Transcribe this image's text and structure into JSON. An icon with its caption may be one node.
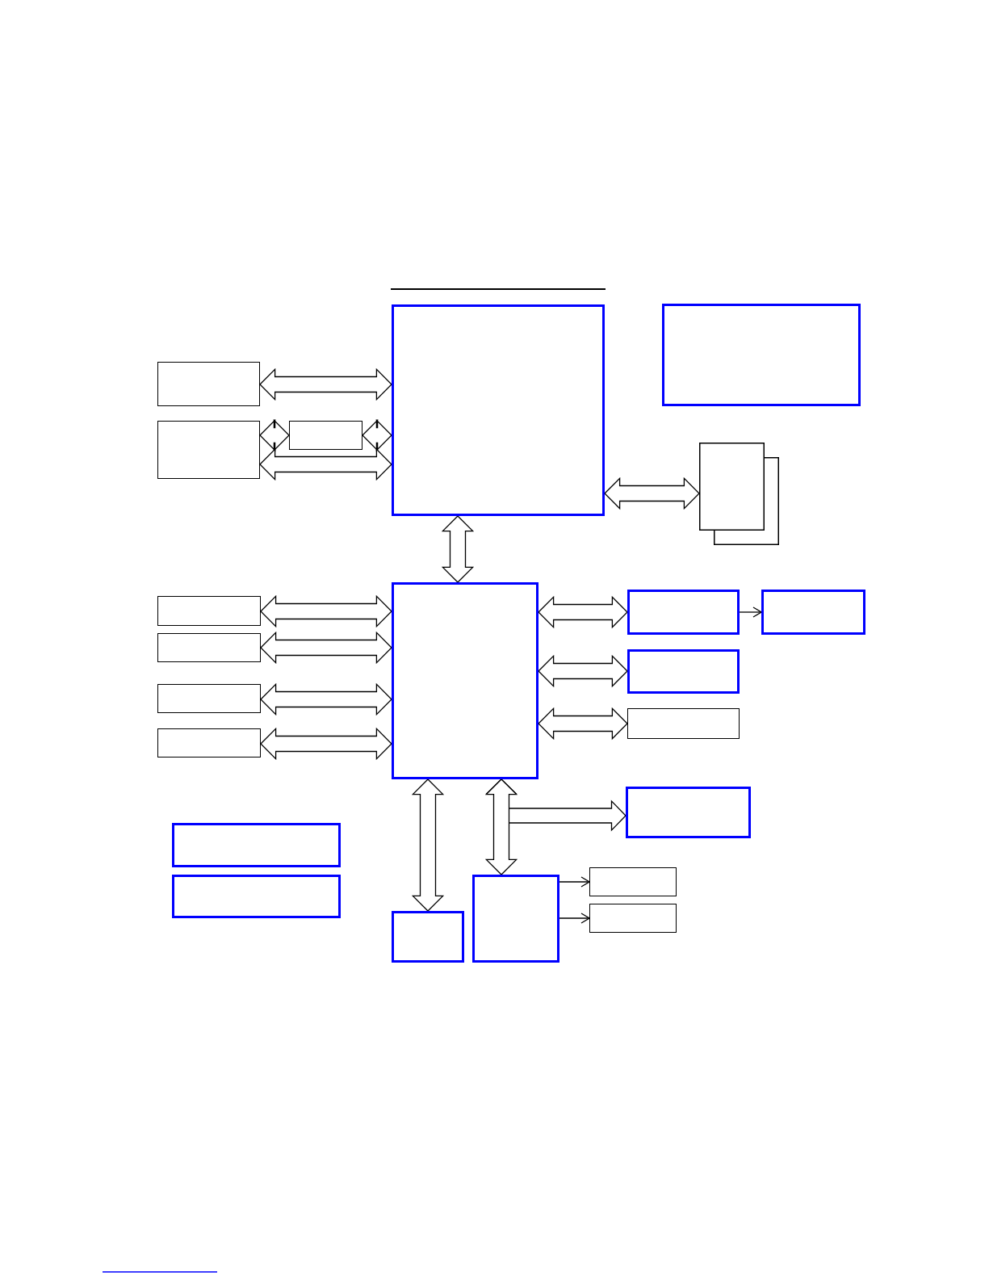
{
  "diagram": {
    "nodes": [
      {
        "text": [],
        "shape": "box"
      },
      {
        "text": [],
        "shape": "box"
      },
      {
        "text": [],
        "shape": "box"
      },
      {
        "text": [],
        "shape": "box"
      },
      {
        "text": [],
        "shape": "box"
      },
      {
        "text": [],
        "shape": "box"
      },
      {
        "text": [],
        "shape": "box"
      },
      {
        "text": [],
        "shape": "box"
      },
      {
        "text": [],
        "shape": "box"
      },
      {
        "text": [],
        "shape": "box"
      },
      {
        "text": [],
        "shape": "box"
      },
      {
        "text": [],
        "shape": "box"
      },
      {
        "text": [],
        "shape": "box"
      },
      {
        "text": [],
        "shape": "box"
      },
      {
        "text": [],
        "shape": "box"
      },
      {
        "text": [],
        "shape": "box"
      },
      {
        "text": [],
        "shape": "box"
      },
      {
        "text": [],
        "shape": "box"
      },
      {
        "text": [],
        "shape": "box"
      },
      {
        "text": [],
        "shape": "box"
      },
      {
        "text": [],
        "shape": "box"
      },
      {
        "text": [],
        "shape": "box"
      }
    ],
    "edges": [
      {
        "from": 2,
        "to": 0,
        "arrow": "both"
      },
      {
        "from": 3,
        "to": 4,
        "arrow": "both"
      },
      {
        "from": 4,
        "to": 0,
        "arrow": "both"
      },
      {
        "from": 3,
        "to": 0,
        "arrow": "both"
      },
      {
        "from": 0,
        "to": 5,
        "arrow": "both"
      },
      {
        "from": 0,
        "to": 6,
        "arrow": "both"
      },
      {
        "from": 7,
        "to": 6,
        "arrow": "both"
      },
      {
        "from": 10,
        "to": 6,
        "arrow": "both"
      },
      {
        "from": 12,
        "to": 6,
        "arrow": "both"
      },
      {
        "from": 14,
        "to": 6,
        "arrow": "both"
      },
      {
        "from": 6,
        "to": 8,
        "arrow": "both"
      },
      {
        "from": 8,
        "to": 9,
        "arrow": "to"
      },
      {
        "from": 6,
        "to": 11,
        "arrow": "both"
      },
      {
        "from": 6,
        "to": 13,
        "arrow": "both"
      },
      {
        "from": 6,
        "to": 21,
        "arrow": "both"
      },
      {
        "from": 6,
        "to": 15,
        "arrow": "both"
      },
      {
        "from": 6,
        "to": 19,
        "arrow": "both"
      },
      {
        "from": 19,
        "to": 17,
        "arrow": "to"
      },
      {
        "from": 19,
        "to": 20,
        "arrow": "to"
      }
    ]
  }
}
